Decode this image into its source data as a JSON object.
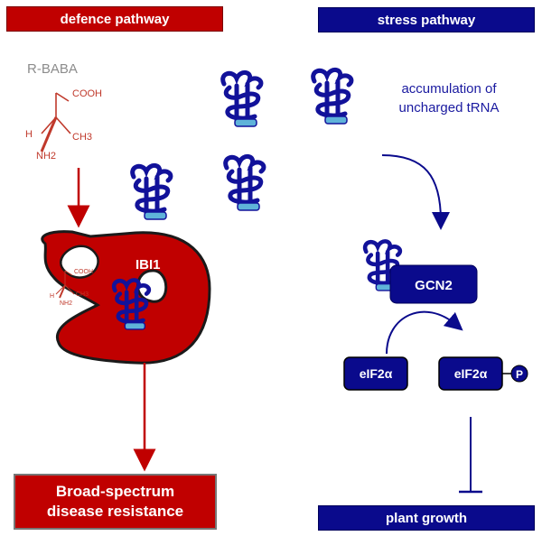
{
  "defence": {
    "banner": "defence pathway",
    "compound_name": "R-BABA",
    "molecule_labels": {
      "cooh": "COOH",
      "h": "H",
      "ch3": "CH3",
      "nh2": "NH2"
    },
    "receptor_label": "IBI1",
    "outcome_line1": "Broad-spectrum",
    "outcome_line2": "disease resistance"
  },
  "stress": {
    "banner": "stress pathway",
    "accumulation_line1": "accumulation of",
    "accumulation_line2": "uncharged tRNA",
    "kinase_label": "GCN2",
    "eif_label": "eIF2α",
    "eif_p_label": "eIF2α",
    "phospho_label": "P",
    "outcome": "plant growth"
  },
  "colors": {
    "defence_red": "#c00000",
    "stress_blue": "#0a0a8c",
    "trna_blue": "#12129a",
    "trna_accent": "#5fb3d9"
  }
}
